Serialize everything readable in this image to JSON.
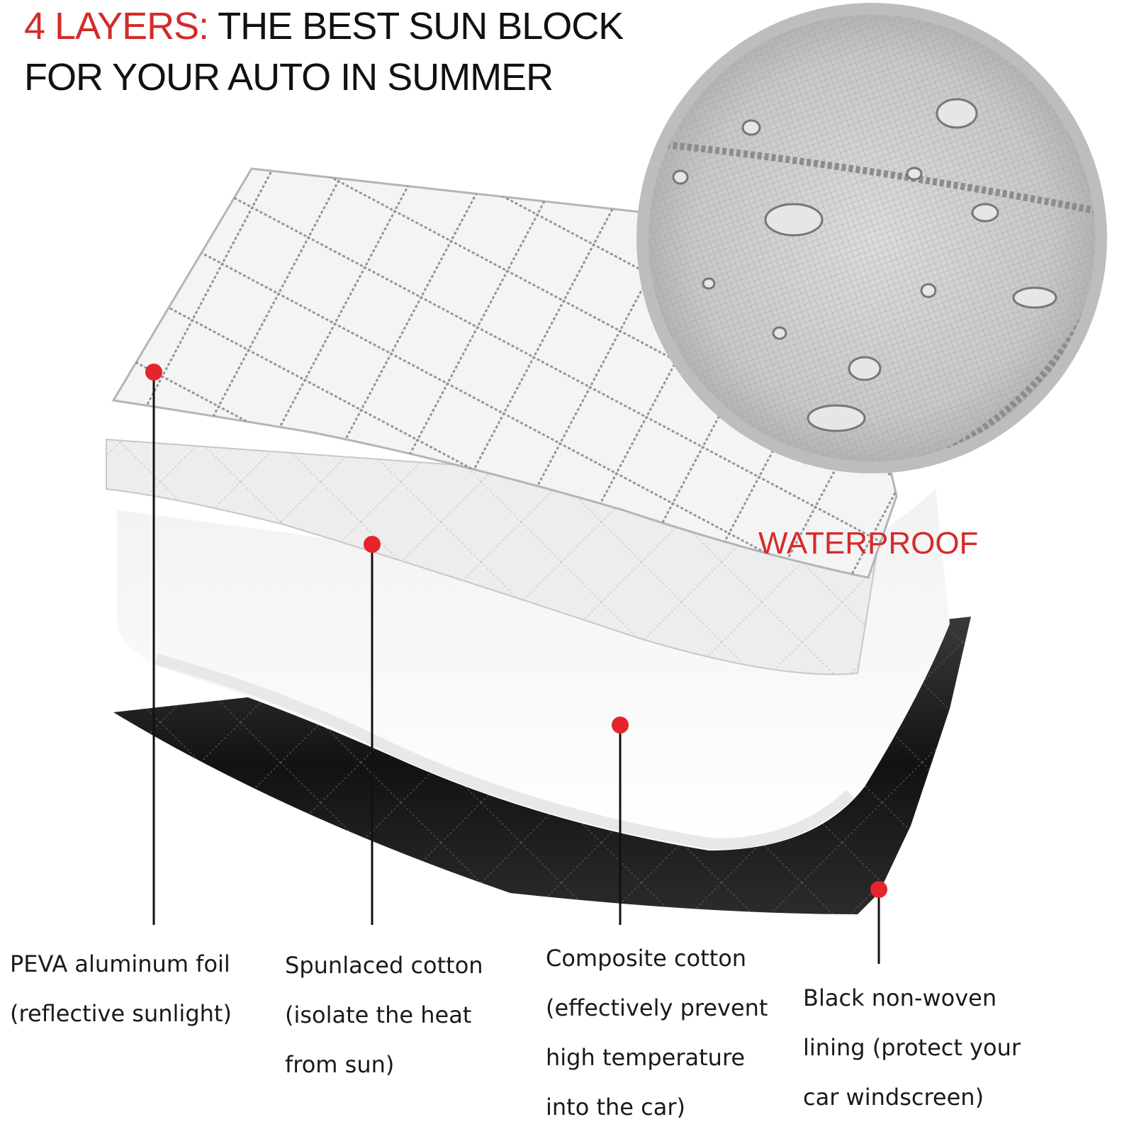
{
  "headline": {
    "accent": "4 LAYERS:",
    "line1_rest": " THE BEST SUN BLOCK",
    "line2": "FOR YOUR AUTO IN SUMMER"
  },
  "badge": "WATERPROOF",
  "layers": [
    {
      "line1": "PEVA aluminum foil",
      "line2": "(reflective sunlight)"
    },
    {
      "line1": "Spunlaced cotton",
      "line2": "(isolate the heat",
      "line3": "from sun)"
    },
    {
      "line1": "Composite cotton",
      "line2": "(effectively prevent",
      "line3": "high temperature",
      "line4": "into the car)"
    },
    {
      "line1": "Black non-woven",
      "line2": "lining (protect your",
      "line3": "car windscreen)"
    }
  ],
  "colors": {
    "accent": "#d42b2b",
    "marker": "#e5242b",
    "text": "#111111"
  }
}
